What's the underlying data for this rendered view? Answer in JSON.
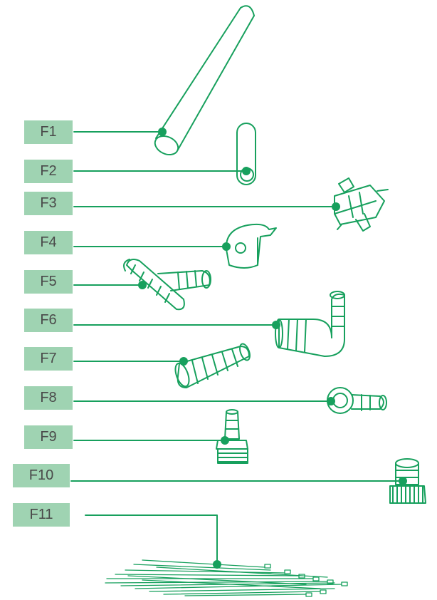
{
  "colors": {
    "line": "#17a05d",
    "label_bg": "#9fd3b2",
    "label_text": "#4a4a4a"
  },
  "parts": [
    {
      "label": "F1",
      "icon": "tube-icon"
    },
    {
      "label": "F2",
      "icon": "short-tube-icon"
    },
    {
      "label": "F3",
      "icon": "filter-connector-icon"
    },
    {
      "label": "F4",
      "icon": "valve-key-icon"
    },
    {
      "label": "F5",
      "icon": "tee-connector-icon"
    },
    {
      "label": "F6",
      "icon": "elbow-connector-icon"
    },
    {
      "label": "F7",
      "icon": "straight-connector-icon"
    },
    {
      "label": "F8",
      "icon": "ring-barb-connector-icon"
    },
    {
      "label": "F9",
      "icon": "threaded-barb-adapter-icon"
    },
    {
      "label": "F10",
      "icon": "hose-adapter-icon"
    },
    {
      "label": "F11",
      "icon": "cable-ties-icon"
    }
  ]
}
